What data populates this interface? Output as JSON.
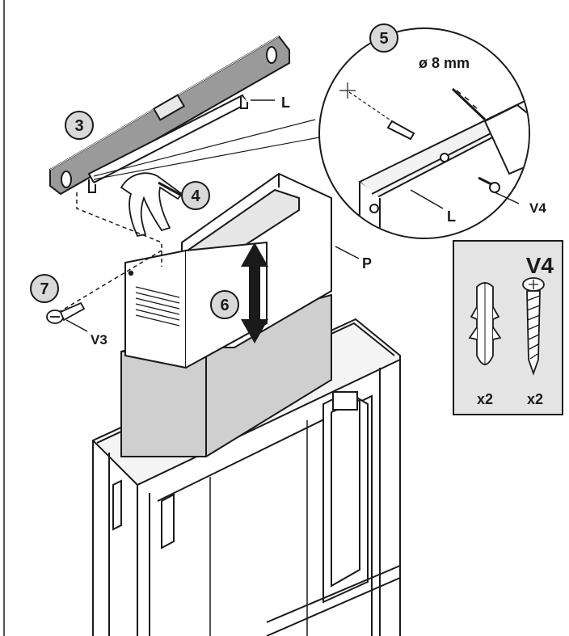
{
  "steps": {
    "s3": "3",
    "s4": "4",
    "s5": "5",
    "s6": "6",
    "s7": "7"
  },
  "labels": {
    "bracket_main": "L",
    "bracket_detail": "L",
    "panel": "P",
    "screw_v3": "V3",
    "screw_v4_detail": "V4",
    "drill_size": "ø 8 mm"
  },
  "parts_box": {
    "title": "V4",
    "plug_qty": "x2",
    "screw_qty": "x2"
  },
  "colors": {
    "line": "#1a1a1a",
    "step_badge": "#d9d9d9",
    "parts_box_bg": "#e4e4e4",
    "level_bar": "#9a9a9a",
    "lower_chimney": "#cfcfcf"
  }
}
